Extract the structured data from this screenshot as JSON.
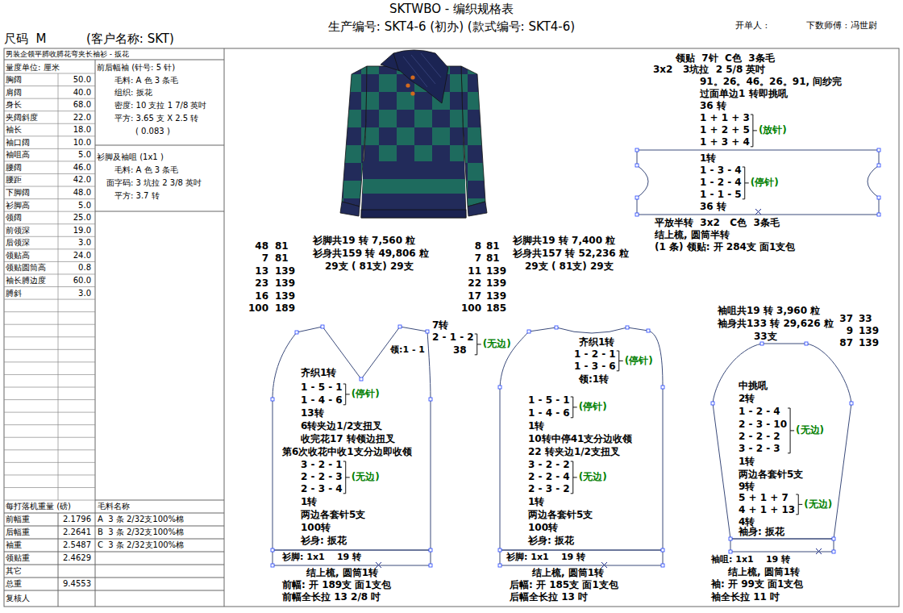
{
  "diagram": {
    "title": "SKTWBO - 编织规格表",
    "nodes": [
      {
        "text": [
          "1转",
          "1 - 3 - 4",
          "1 - 2 - 4",
          "(停针)",
          "1 - 1 - 5",
          "36 转"
        ]
      },
      {
        "text": [
          "齐织1转",
          "1 - 5 - 1",
          "1 - 4 - 6",
          "(停针)",
          "13转",
          "6转夹边1/2支扭叉",
          "收完花17 转领边扭叉",
          "第6次收花中收1支分边即收领",
          "3 - 2 - 1",
          "2 - 2 - 3",
          "2 - 3 - 4",
          "(无边)",
          "1转",
          "两边各套针5支",
          "100转",
          "衫身: 扳花",
          "衫脚: 1x1    19 转"
        ]
      },
      {
        "text": [
          "齐织1转",
          "1 - 2 - 1",
          "1 - 3 - 6",
          "(停针)",
          "领:1转",
          "1 - 5 - 1",
          "1 - 4 - 6",
          "(停针)",
          "1转",
          "10转中停41支分边收领",
          "22 转夹边1/2支扭叉",
          "3 - 2 - 2",
          "2 - 2 - 4",
          "2 - 3 - 2",
          "(无边)",
          "1转",
          "两边各套针5支",
          "100转",
          "衫身: 扳花",
          "衫脚: 1x1    19 转"
        ]
      },
      {
        "text": [
          "中挑吼",
          "2转",
          "1 - 2 - 4",
          "2 - 3 - 10",
          "2 - 2 - 2",
          "3 - 2 - 3",
          "(无边)",
          "1转",
          "两边各套针5支",
          "9转",
          "5 + 1 + 7",
          "4 + 1 + 13",
          "(无边)",
          "4转",
          "袖身: 扳花"
        ]
      }
    ],
    "labels": [
      "尺码  M",
      "(客户名称: SKT)",
      "生产编号: SKT4-6 (初办) (款式编号: SKT4-6)",
      "开单人 :",
      "下数师傅 : 冯世尉",
      "男装企领平膊收膊花弯夹长袖衫 - 扳花",
      "量度单位: 厘米",
      "胸阔",
      "50.0",
      "肩阔",
      "40.0",
      "身长",
      "68.0",
      "夹阔斜度",
      "22.0",
      "袖长",
      "18.0",
      "袖口阔",
      "10.0",
      "袖咀高",
      "5.0",
      "腰阔",
      "46.0",
      "腰距",
      "42.0",
      "下脚阔",
      "48.0",
      "衫脚高",
      "5.0",
      "领阔",
      "25.0",
      "前领深",
      "19.0",
      "后领深",
      "3.0",
      "领贴高",
      "24.0",
      "领贴圆筒高",
      "0.8",
      "袖长膊边度",
      "60.0",
      "膊斜",
      "3.0",
      "前后幅袖 (针号: 5 针)",
      "毛料: A 色 3 条毛",
      "组织: 扳花",
      "密度: 10 支拉 1 7/8 英吋",
      "平方: 3.65 支 X 2.5 转",
      "( 0.083 )",
      "衫脚及袖咀 (1x1 )",
      "毛料: A 色 3 条毛",
      "面字码: 3 坑拉 2 3/8 英吋",
      "平方: 3.7 转",
      "每打落机重量 (磅)",
      "毛料名称",
      "前幅重",
      "2.1796",
      "A  3 条 2/32支100%棉",
      "后幅重",
      "2.2641",
      "B  3 条 2/32支100%棉",
      "袖重",
      "2.5487",
      "C  3 条 2/32支100%棉",
      "领贴重",
      "2.4629",
      "其它",
      "总重",
      "9.4553",
      "复核人",
      "领贴  7针  C色  3条毛",
      "3x2   3坑拉  2 5/8 英吋",
      "91。26。46。26。91, 间纱完",
      "过面单边1 转即挑吼",
      "36 转",
      "1 + 1 + 3",
      "1 + 2 + 5",
      "1 + 3 + 4",
      "(放针)",
      "平放半转  3x2   C色  3条毛",
      "结上梳, 圆筒半转",
      "(1 条) 领贴: 开 284支 面1支包",
      "48",
      "81",
      "7",
      "81",
      "13",
      "139",
      "23",
      "139",
      "16",
      "139",
      "100",
      "189",
      "衫脚共19 转 7,560 粒",
      "衫身共159 转 49,806 粒",
      "29支 ( 81支) 29支",
      "8",
      "81",
      "7",
      "81",
      "11",
      "139",
      "22",
      "139",
      "17",
      "139",
      "100",
      "185",
      "衫脚共19 转 7,400 粒",
      "衫身共157 转 52,236 粒",
      "29支 ( 81支) 29支",
      "袖咀共19 转 3,960 粒",
      "袖身共133 转 29,626 粒",
      "33支",
      "37",
      "33",
      "9",
      "139",
      "87",
      "139",
      "7转",
      "2 - 1 - 2",
      "领:1 - 1",
      "38",
      "(无边)",
      "结上梳, 圆筒1转",
      "前幅: 开 189支 面1支包",
      "前幅全长拉 13 2/8 吋",
      "结上梳, 圆筒1转",
      "后幅: 开 185支 面1支包",
      "后幅全长拉 13 吋",
      "袖咀: 1x1    19 转",
      "结上梳, 圆筒1转",
      "袖: 开 99支 面1支包",
      "袖全长拉 11 吋"
    ]
  }
}
